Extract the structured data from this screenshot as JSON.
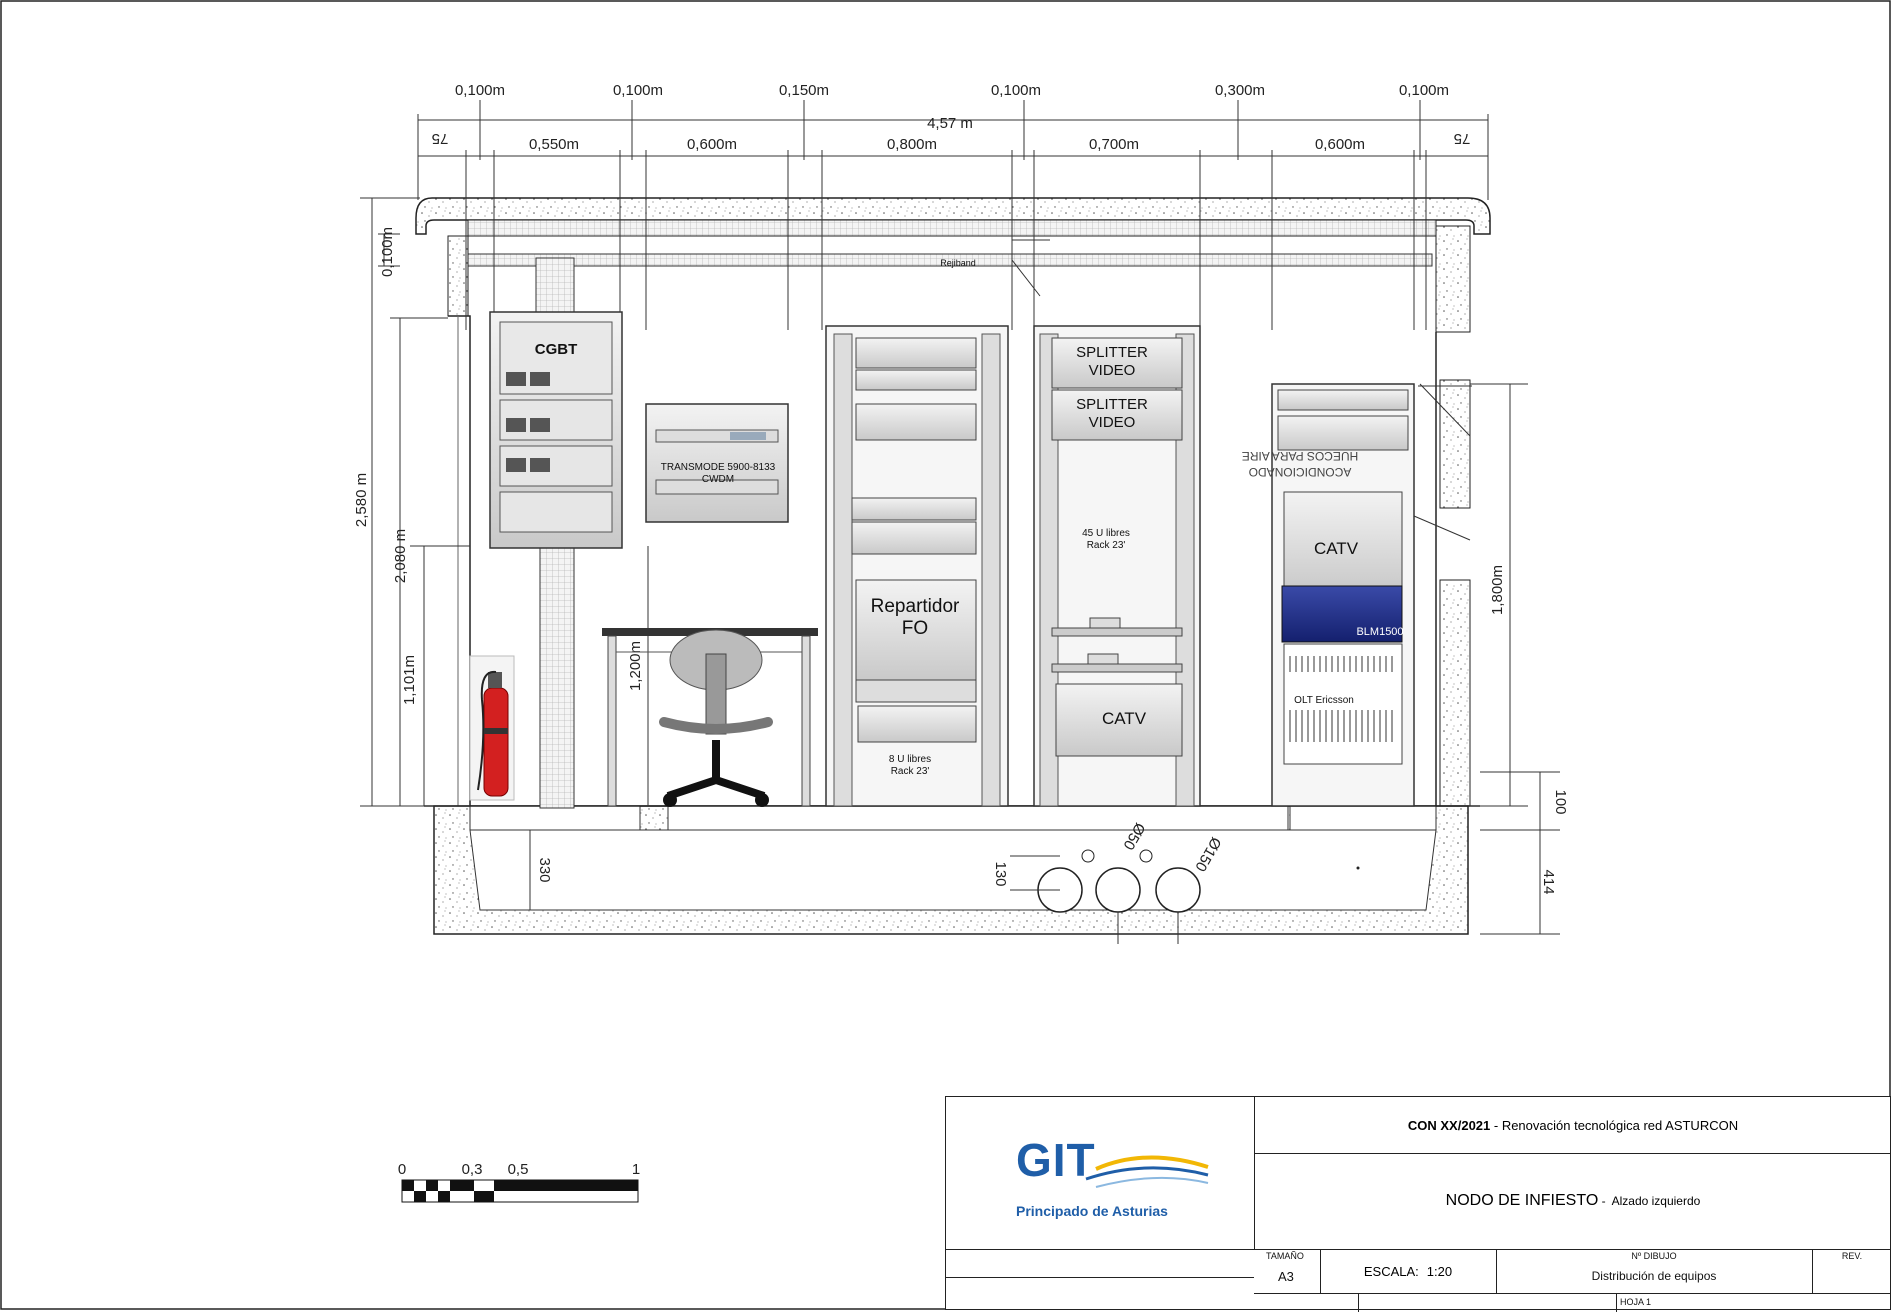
{
  "dimensions": {
    "top_row": [
      "0,100m",
      "0,100m",
      "0,150m",
      "0,100m",
      "0,300m",
      "0,100m"
    ],
    "total_width": "4,57 m",
    "second_row": [
      "0,550m",
      "0,600m",
      "0,800m",
      "0,700m",
      "0,600m"
    ],
    "side_small": [
      "75",
      "75"
    ],
    "left_vertical": [
      "2,580 m",
      "2,080 m",
      "1,101m",
      "0,100m",
      "1,200m"
    ],
    "right_vertical": [
      "1,800m",
      "100",
      "414"
    ],
    "bottom": [
      "330",
      "130",
      "Ø50",
      "Ø150"
    ]
  },
  "labels": {
    "rejiband": "Rejiband",
    "cgbt": "CGBT",
    "transmode": "TRANSMODE 5900-8133",
    "cwdm": "CWDM",
    "repartidor": "Repartidor",
    "fo": "FO",
    "free_8u": "8 U libres",
    "rack_23": "Rack 23'",
    "splitter_1": [
      "SPLITTER",
      "VIDEO"
    ],
    "splitter_2": [
      "SPLITTER",
      "VIDEO"
    ],
    "free_45u": "45 U libres",
    "rack_23b": "Rack 23'",
    "catv_left": "CATV",
    "catv_right": "CATV",
    "blm": "BLM1500",
    "olt": "OLT Ericsson",
    "huecos": [
      "HUECOS PARA AIRE",
      "ACONDICIONADO"
    ]
  },
  "scale_bar": {
    "ticks": [
      "0",
      "0,3",
      "0,5",
      "1"
    ]
  },
  "title_block": {
    "logo_main": "GIT",
    "logo_sub": "Principado de Asturias",
    "project_code": "CON XX/2021",
    "project_desc": " - Renovación tecnológica red ASTURCON",
    "node": "NODO DE INFIESTO",
    "node_desc": " -  Alzado izquierdo",
    "tamano_label": "TAMAÑO",
    "tamano_value": "A3",
    "escala_label": "ESCALA:",
    "escala_value": "1:20",
    "dibujo_label": "Nº DIBUJO",
    "dibujo_value": "Distribución de equipos",
    "rev_label": "REV.",
    "hoja": "HOJA 1"
  },
  "colors": {
    "logo_blue": "#1f5ea8",
    "logo_yellow": "#f2b705",
    "extinguisher": "#d32020",
    "blm_blue": "#1c2a8c"
  }
}
